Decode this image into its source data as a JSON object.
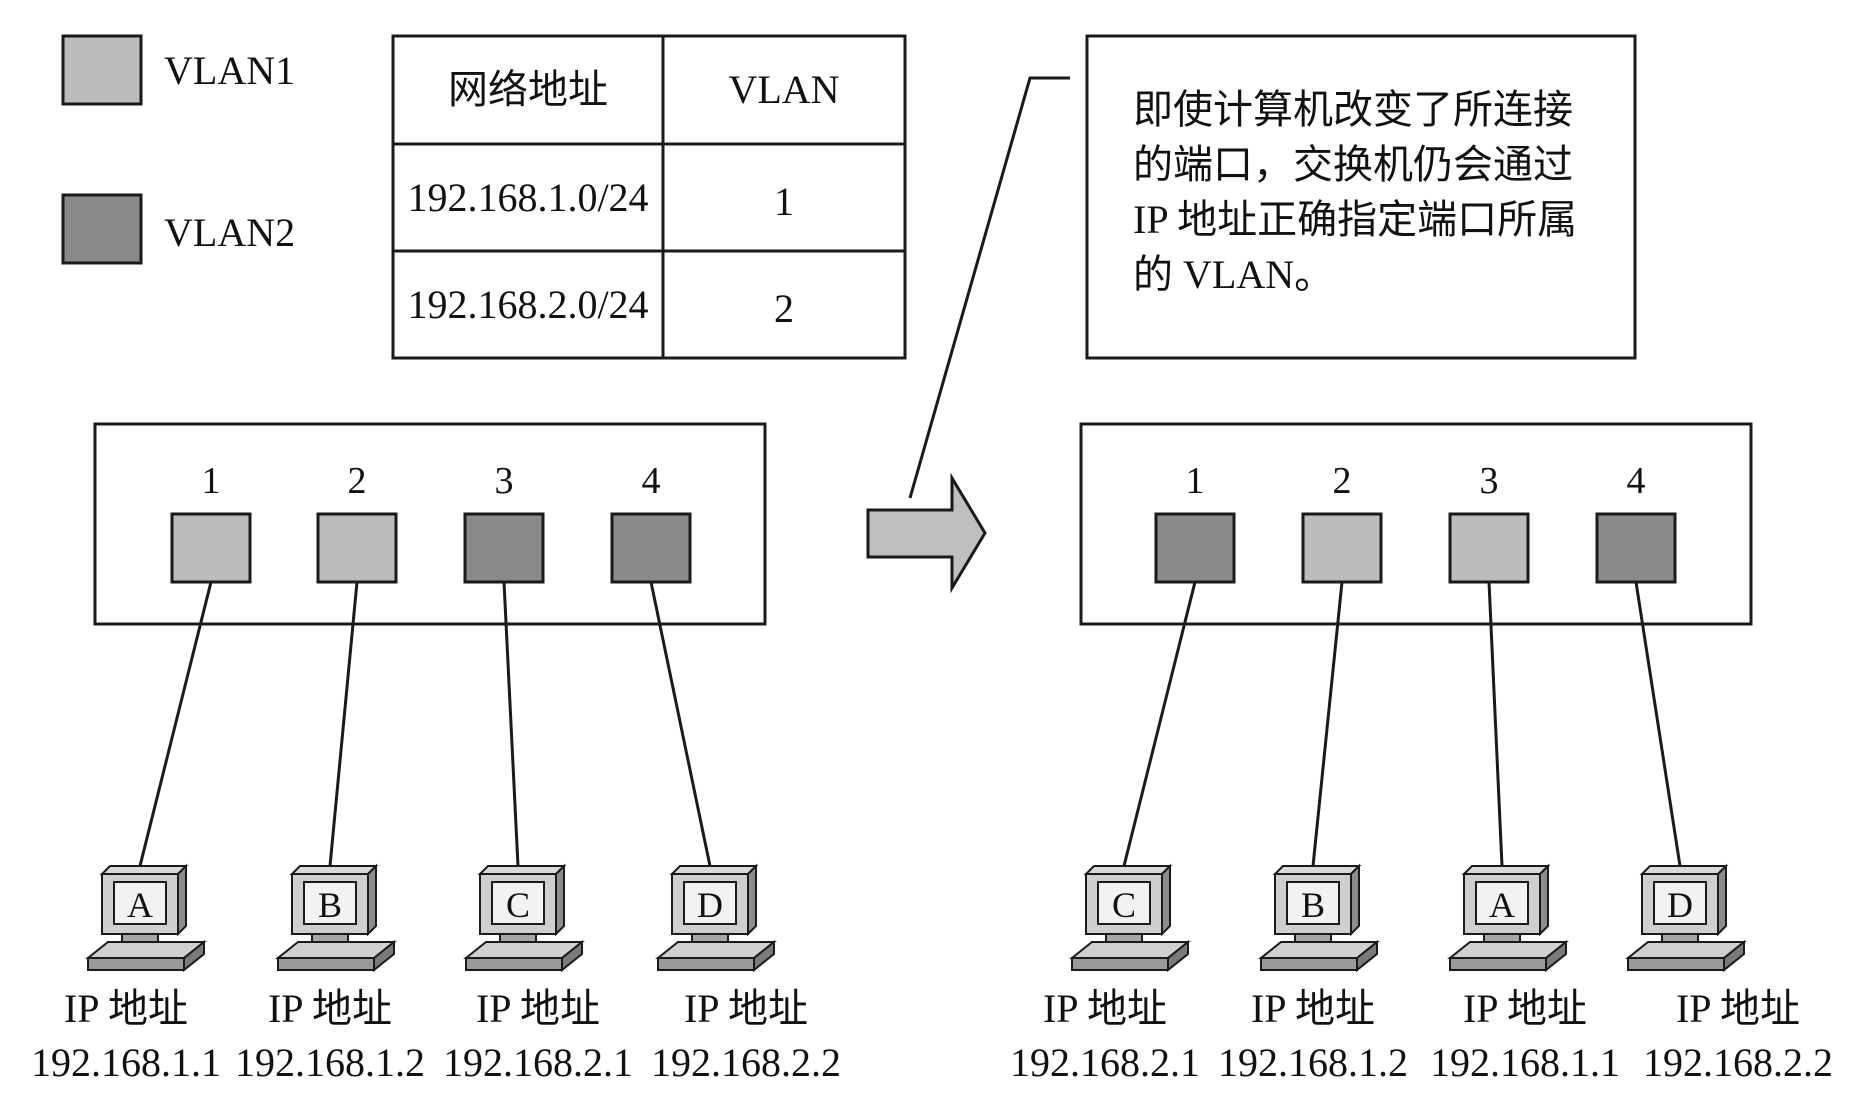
{
  "colors": {
    "vlan1": "#bcbcbc",
    "vlan2": "#8a8a8a",
    "stroke": "#1a1a1a",
    "arrow_fill": "#bfbfbf"
  },
  "legend": [
    {
      "label": "VLAN1",
      "vlan": 1
    },
    {
      "label": "VLAN2",
      "vlan": 2
    }
  ],
  "mapping_table": {
    "headers": [
      "网络地址",
      "VLAN"
    ],
    "rows": [
      [
        "192.168.1.0/24",
        "1"
      ],
      [
        "192.168.2.0/24",
        "2"
      ]
    ]
  },
  "note": {
    "lines": [
      "即使计算机改变了所连接",
      "的端口，交换机仍会通过",
      "IP 地址正确指定端口所属",
      "的 VLAN。"
    ]
  },
  "before": {
    "ports": [
      {
        "number": "1",
        "vlan": 1
      },
      {
        "number": "2",
        "vlan": 1
      },
      {
        "number": "3",
        "vlan": 2
      },
      {
        "number": "4",
        "vlan": 2
      }
    ],
    "pcs": [
      {
        "letter": "A",
        "ip_label": "IP 地址",
        "ip": "192.168.1.1"
      },
      {
        "letter": "B",
        "ip_label": "IP 地址",
        "ip": "192.168.1.2"
      },
      {
        "letter": "C",
        "ip_label": "IP 地址",
        "ip": "192.168.2.1"
      },
      {
        "letter": "D",
        "ip_label": "IP 地址",
        "ip": "192.168.2.2"
      }
    ]
  },
  "after": {
    "ports": [
      {
        "number": "1",
        "vlan": 2
      },
      {
        "number": "2",
        "vlan": 1
      },
      {
        "number": "3",
        "vlan": 1
      },
      {
        "number": "4",
        "vlan": 2
      }
    ],
    "pcs": [
      {
        "letter": "C",
        "ip_label": "IP 地址",
        "ip": "192.168.2.1"
      },
      {
        "letter": "B",
        "ip_label": "IP 地址",
        "ip": "192.168.1.2"
      },
      {
        "letter": "A",
        "ip_label": "IP 地址",
        "ip": "192.168.1.1"
      },
      {
        "letter": "D",
        "ip_label": "IP 地址",
        "ip": "192.168.2.2"
      }
    ]
  }
}
